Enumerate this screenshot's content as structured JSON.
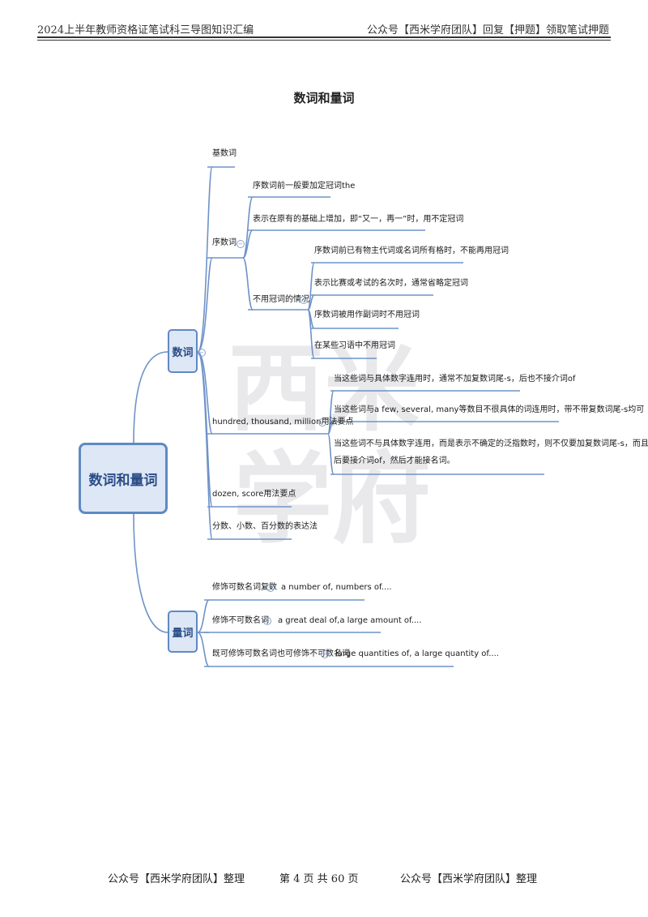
{
  "header": {
    "left": "2024上半年教师资格证笔试科三导图知识汇编",
    "right": "公众号【西米学府团队】回复【押题】领取笔试押题"
  },
  "page_title": "数词和量词",
  "watermark": {
    "line1": "西米",
    "line2": "学府"
  },
  "mindmap": {
    "root": "数词和量词",
    "shuci": {
      "label": "数词",
      "jishuci": "基数词",
      "xushuci": {
        "label": "序数词",
        "c1": "序数词前一般要加定冠词the",
        "c2": "表示在原有的基础上增加，即“又一，再一”时，用不定冠词",
        "bu": {
          "label": "不用冠词的情况",
          "c1": "序数词前已有物主代词或名词所有格时，不能再用冠词",
          "c2": "表示比赛或考试的名次时，通常省略定冠词",
          "c3": "序数词被用作副词时不用冠词",
          "c4": "在某些习语中不用冠词"
        }
      },
      "hundred": {
        "label": "hundred, thousand, million用法要点",
        "c1": "当这些词与具体数字连用时，通常不加复数词尾-s，后也不接介词of",
        "c2": "当这些词与a few, several, many等数目不很具体的词连用时，带不带复数词尾-s均可",
        "c3a": "当这些词不与具体数字连用，而是表示不确定的泛指数时，则不仅要加复数词尾-s，而且",
        "c3b": "后要接介词of，然后才能接名词。"
      },
      "dozen": "dozen, score用法要点",
      "fenshu": "分数、小数、百分数的表达法"
    },
    "liangci": {
      "label": "量词",
      "r1_label": "修饰可数名词复数",
      "r1_value": "a number of, numbers of....",
      "r2_label": "修饰不可数名词",
      "r2_value": "a great deal of,a large amount of....",
      "r3_label": "既可修饰可数名词也可修饰不可数名词",
      "r3_value": "large quantities of, a large quantity of...."
    }
  },
  "footer": {
    "left": "公众号【西米学府团队】整理",
    "page": "第 4 页 共 60 页",
    "right": "公众号【西米学府团队】整理"
  },
  "colors": {
    "edge": "#6f93c8",
    "node_fill": "#dde7f6",
    "node_border": "#5f89c4"
  },
  "icons": {
    "collapse": "minus-circle-icon"
  }
}
